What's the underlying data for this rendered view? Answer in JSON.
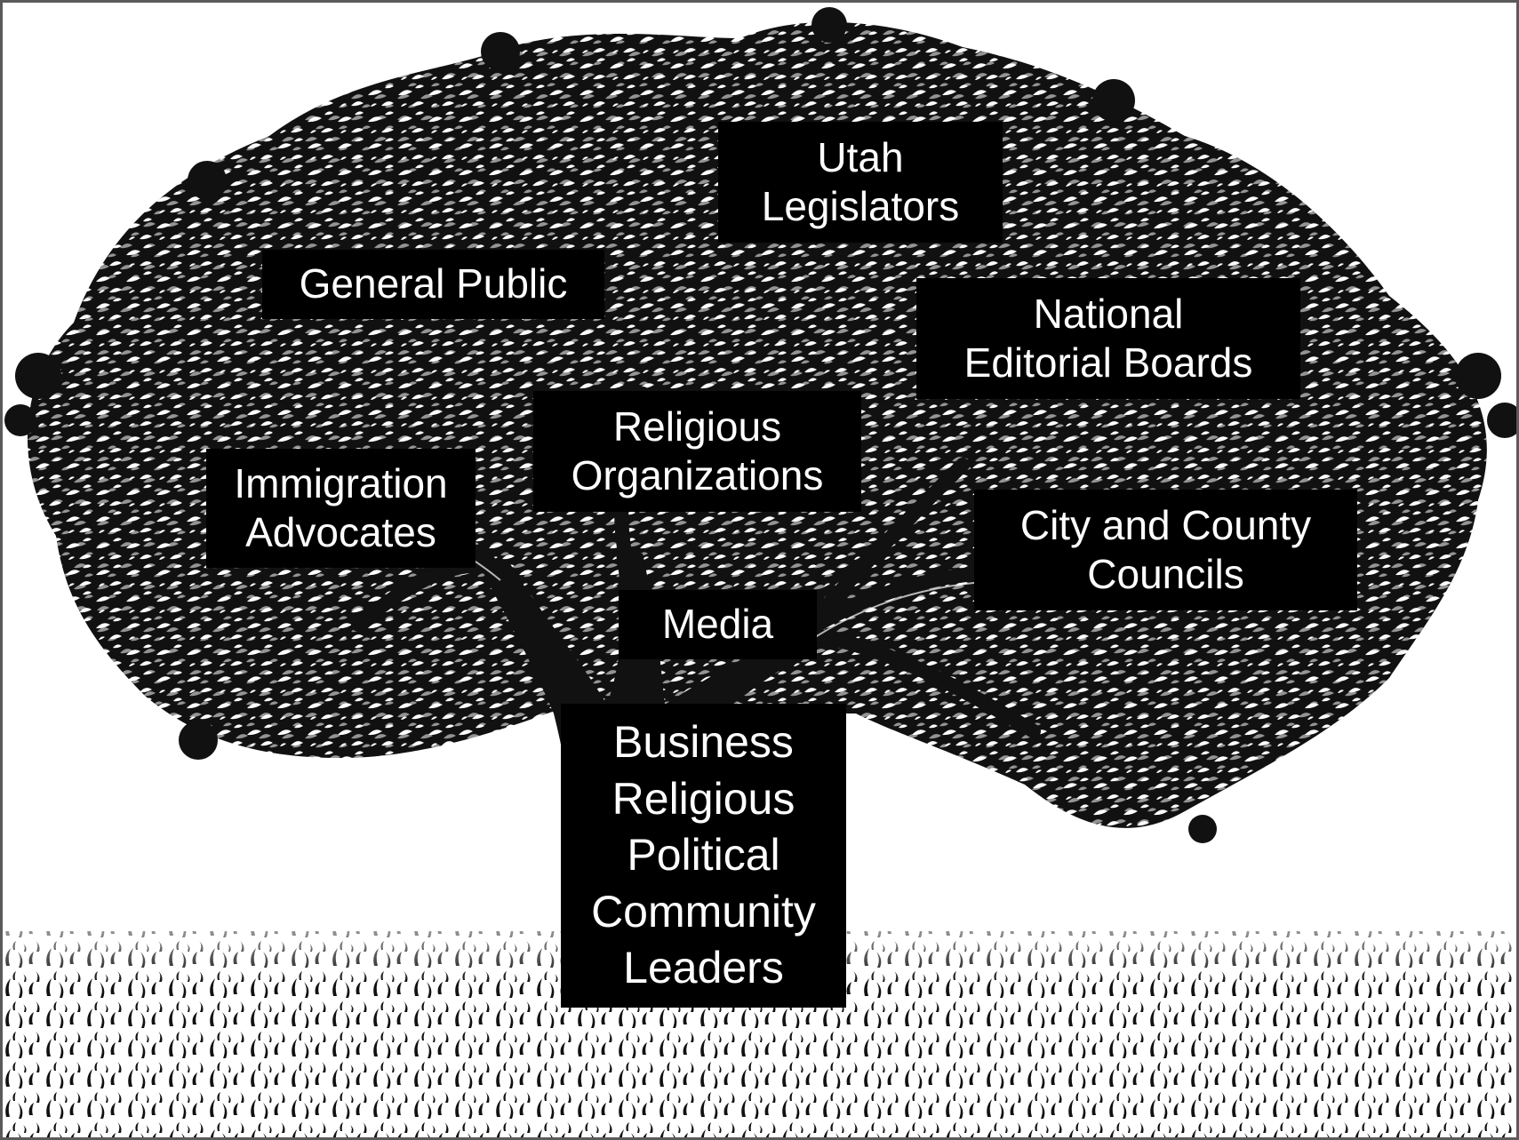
{
  "diagram": {
    "labels": {
      "utah": [
        "Utah",
        "Legislators"
      ],
      "general_public": [
        "General Public"
      ],
      "national": [
        "National",
        "Editorial Boards"
      ],
      "religious_orgs": [
        "Religious",
        "Organizations"
      ],
      "immigration": [
        "Immigration",
        "Advocates"
      ],
      "city_county": [
        "City and County",
        "Councils"
      ],
      "media": [
        "Media"
      ],
      "leaders": [
        "Business",
        "Religious",
        "Political",
        "Community",
        "Leaders"
      ]
    }
  },
  "colors": {
    "ink": "#000000",
    "paper": "#ffffff",
    "label_background": "#000000",
    "label_text": "#ffffff"
  },
  "illustration": {
    "tree": "tree-illustration",
    "ground": "grass-texture"
  }
}
